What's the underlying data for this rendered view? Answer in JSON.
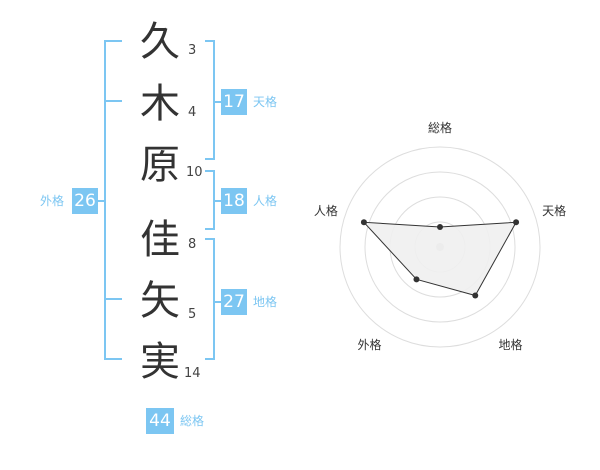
{
  "name": {
    "surname": [
      {
        "char": "久",
        "strokes": "3"
      },
      {
        "char": "木",
        "strokes": "4"
      },
      {
        "char": "原",
        "strokes": "10"
      }
    ],
    "given": [
      {
        "char": "佳",
        "strokes": "8"
      },
      {
        "char": "矢",
        "strokes": "5"
      },
      {
        "char": "実",
        "strokes": "14"
      }
    ]
  },
  "fortunes": {
    "tenkaku": {
      "value": "17",
      "label": "天格"
    },
    "jinkaku": {
      "value": "18",
      "label": "人格"
    },
    "chikaku": {
      "value": "27",
      "label": "地格"
    },
    "gaikaku": {
      "value": "26",
      "label": "外格"
    },
    "soukaku": {
      "value": "44",
      "label": "総格"
    }
  },
  "chart_data": {
    "type": "radar",
    "axes": [
      "総格",
      "天格",
      "地格",
      "外格",
      "人格"
    ],
    "values": [
      1,
      4,
      3,
      2,
      4
    ],
    "max": 5,
    "rings": 4,
    "colors": {
      "fill": "#f0f0f0",
      "stroke": "#333333",
      "ring": "#dddddd"
    }
  },
  "colors": {
    "accent": "#7cc6f2",
    "text": "#333333"
  }
}
